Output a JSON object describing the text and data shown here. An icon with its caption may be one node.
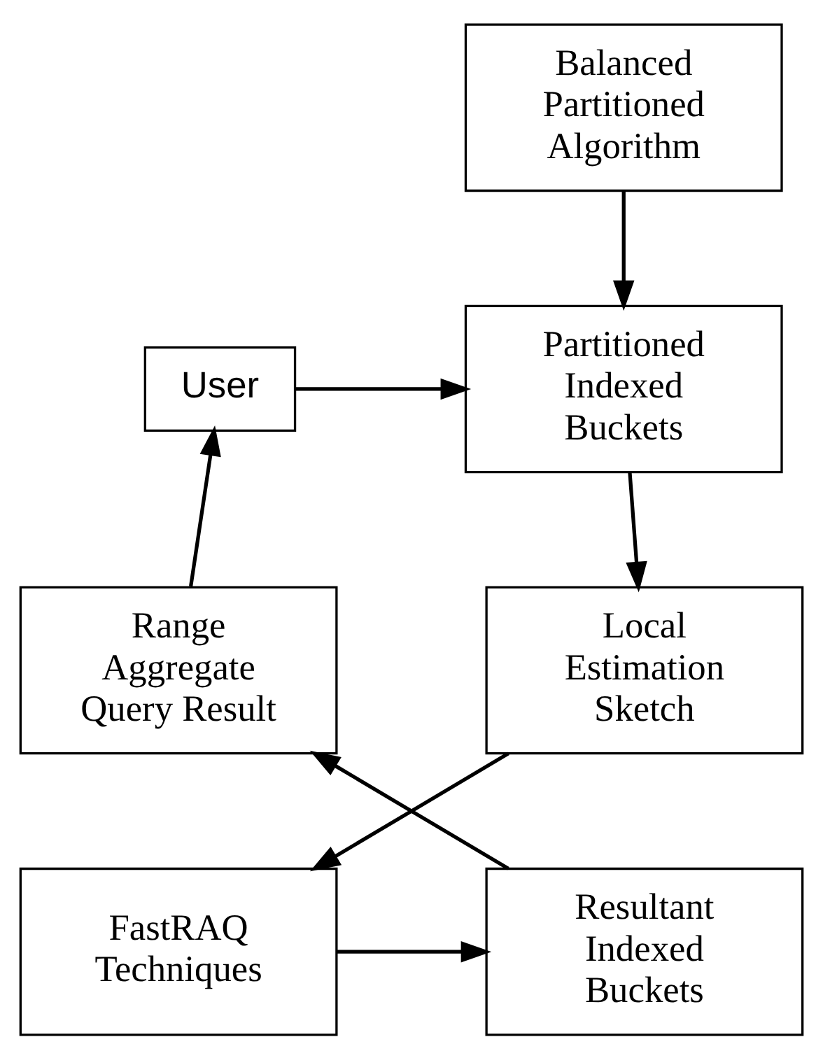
{
  "diagram": {
    "nodes": [
      {
        "text": [
          "Balanced Partitioned Algorithm"
        ]
      },
      {
        "text": [
          "Partitioned Indexed Buckets"
        ]
      },
      {
        "text": [
          "User"
        ]
      },
      {
        "text": [
          "Local Estimation Sketch"
        ]
      },
      {
        "text": [
          "Range Aggregate Query Result"
        ]
      },
      {
        "text": [
          "Resultant Indexed Buckets"
        ]
      },
      {
        "text": [
          "FastRAQ Techniques"
        ]
      }
    ],
    "edges": [
      {
        "from": 0,
        "to": 1,
        "arrow": "to"
      },
      {
        "from": 2,
        "to": 1,
        "arrow": "to"
      },
      {
        "from": 1,
        "to": 3,
        "arrow": "to"
      },
      {
        "from": 3,
        "to": 6,
        "arrow": "to"
      },
      {
        "from": 6,
        "to": 5,
        "arrow": "to"
      },
      {
        "from": 5,
        "to": 4,
        "arrow": "to"
      },
      {
        "from": 4,
        "to": 2,
        "arrow": "to"
      }
    ]
  }
}
